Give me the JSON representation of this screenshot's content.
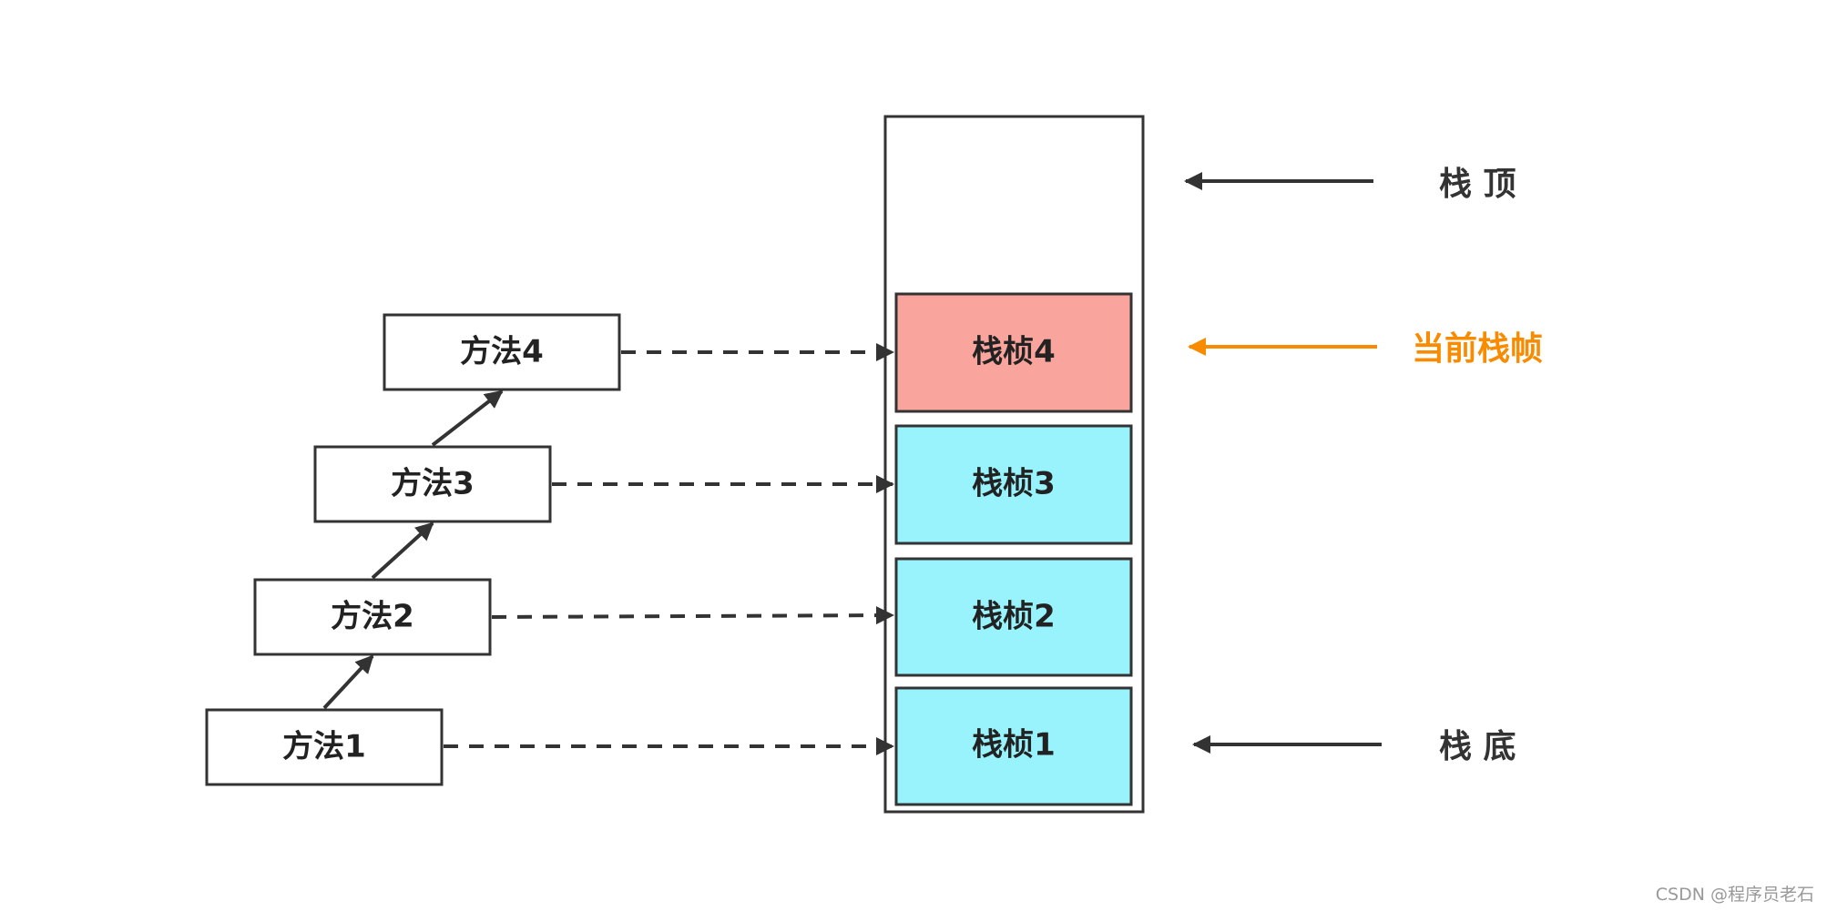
{
  "diagram": {
    "methods": [
      {
        "label": "方法1"
      },
      {
        "label": "方法2"
      },
      {
        "label": "方法3"
      },
      {
        "label": "方法4"
      }
    ],
    "frames": [
      {
        "label": "栈桢1",
        "state": "normal"
      },
      {
        "label": "栈桢2",
        "state": "normal"
      },
      {
        "label": "栈桢3",
        "state": "normal"
      },
      {
        "label": "栈桢4",
        "state": "current"
      }
    ],
    "stack_top_label": "栈 顶",
    "current_frame_label": "当前栈帧",
    "stack_bottom_label": "栈 底"
  },
  "colors": {
    "frame_fill": "#98F3FD",
    "current_frame_fill": "#F9A49C",
    "current_accent": "#F88B00",
    "stroke": "#333333",
    "arrow": "#333333"
  },
  "watermark": "CSDN @程序员老石"
}
